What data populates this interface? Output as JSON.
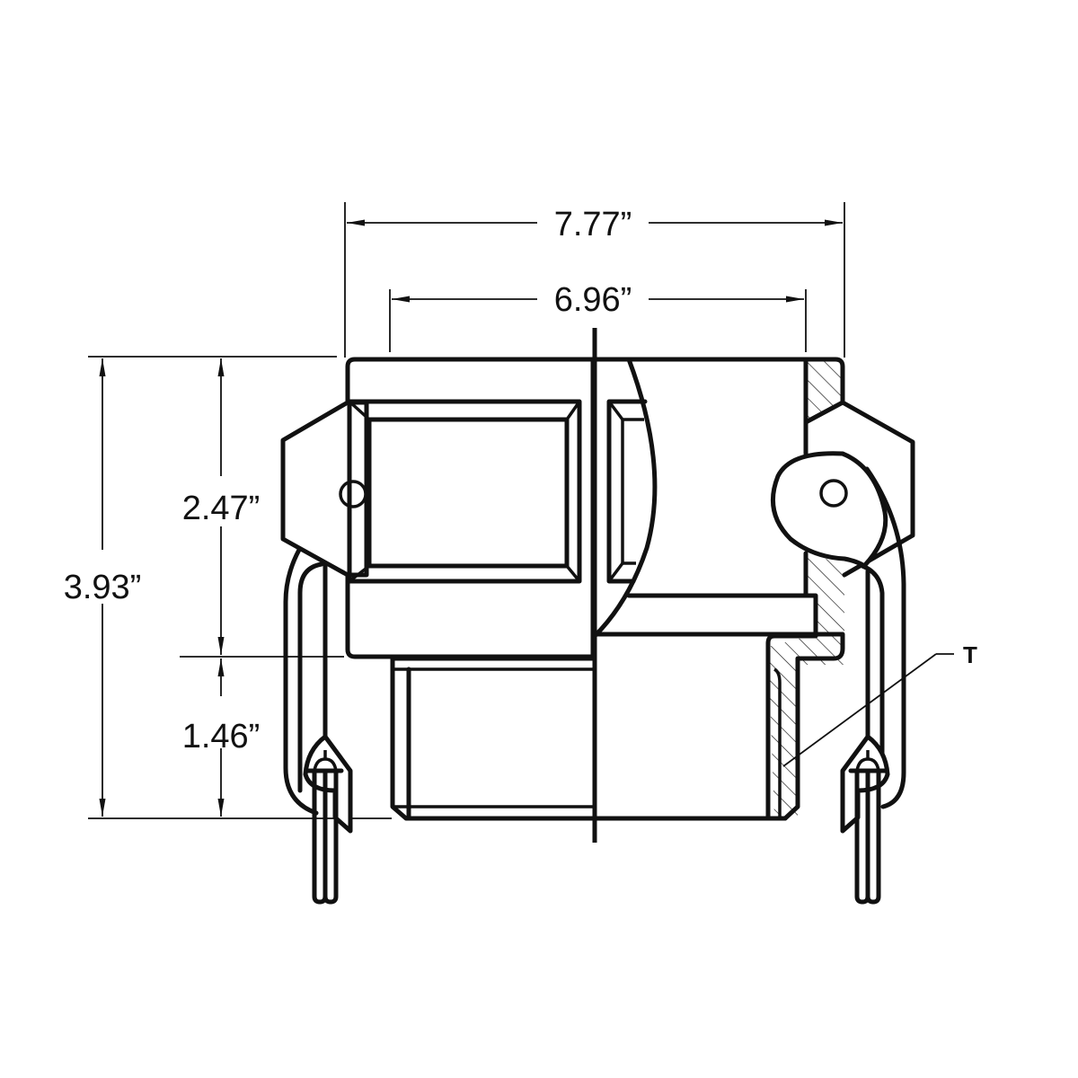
{
  "drawing": {
    "subject": "Cam and groove coupler with male NPT thread (Type D style) - technical dimension drawing",
    "background_color": "#ffffff",
    "line_color": "#111111"
  },
  "dimensions": {
    "overall_width": {
      "label": "7.77”",
      "value": 7.77,
      "unit": "in",
      "orientation": "horizontal"
    },
    "body_width": {
      "label": "6.96”",
      "value": 6.96,
      "unit": "in",
      "orientation": "horizontal"
    },
    "overall_height": {
      "label": "3.93”",
      "value": 3.93,
      "unit": "in",
      "orientation": "vertical"
    },
    "coupler_height": {
      "label": "2.47”",
      "value": 2.47,
      "unit": "in",
      "orientation": "vertical"
    },
    "thread_length": {
      "label": "1.46”",
      "value": 1.46,
      "unit": "in",
      "orientation": "vertical"
    }
  },
  "callouts": {
    "thread": {
      "label": "T",
      "meaning": "thread"
    }
  },
  "icons": {
    "arrow": "dimension-arrow",
    "hole": "pin-hole-circle"
  }
}
